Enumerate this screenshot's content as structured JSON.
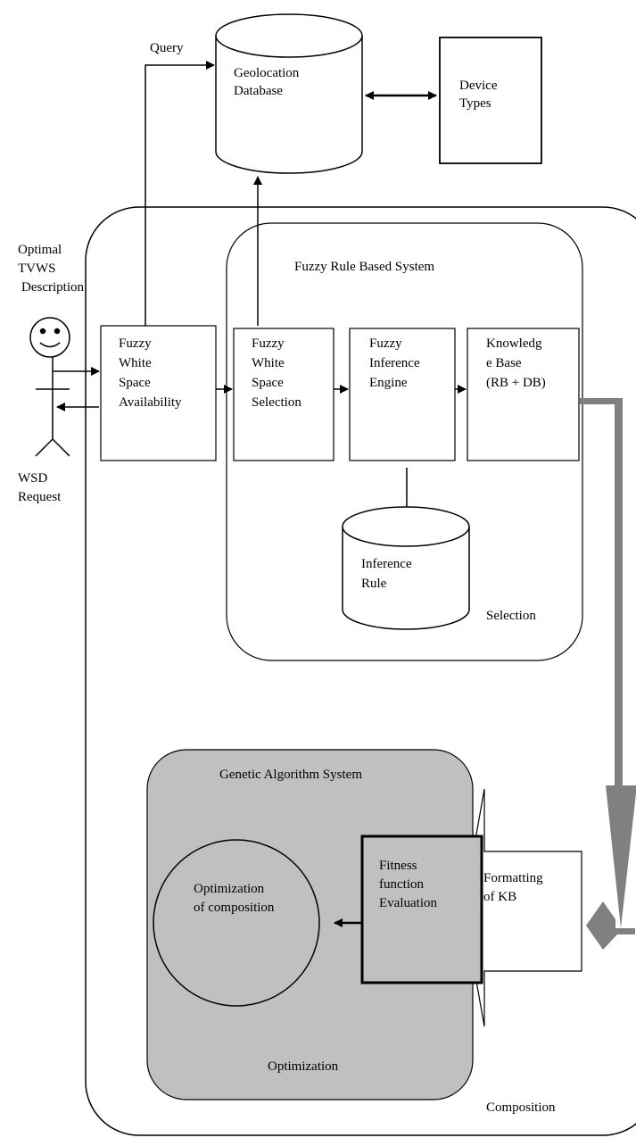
{
  "labels": {
    "query": "Query",
    "geolocation_db": [
      "Geolocation",
      "Database"
    ],
    "device_types": [
      "Device",
      "Types"
    ],
    "optimal_tvws": [
      "Optimal",
      "TVWS",
      "Description"
    ],
    "wsd_request": [
      "WSD",
      "Request"
    ],
    "fuzzy_rule_system": "Fuzzy Rule Based System",
    "fuzzy_availability": [
      "Fuzzy",
      "White",
      "Space",
      "Availability"
    ],
    "fuzzy_selection": [
      "Fuzzy",
      "White",
      "Space",
      "Selection"
    ],
    "fuzzy_inference": [
      "Fuzzy",
      "Inference",
      "Engine"
    ],
    "knowledge_base": [
      "Knowledg",
      "e Base",
      "(RB + DB)"
    ],
    "inference_rule": [
      "Inference",
      "Rule"
    ],
    "selection": "Selection",
    "genetic_system": "Genetic Algorithm System",
    "optimization_composition": [
      "Optimization",
      "of composition"
    ],
    "fitness": [
      "Fitness",
      "function",
      "Evaluation"
    ],
    "formatting": [
      "Formatting",
      "of KB"
    ],
    "optimization": "Optimization",
    "composition": "Composition"
  },
  "colors": {
    "line": "#000000",
    "gray_fill": "#c0c0c0",
    "gray_arrow": "#808080"
  }
}
